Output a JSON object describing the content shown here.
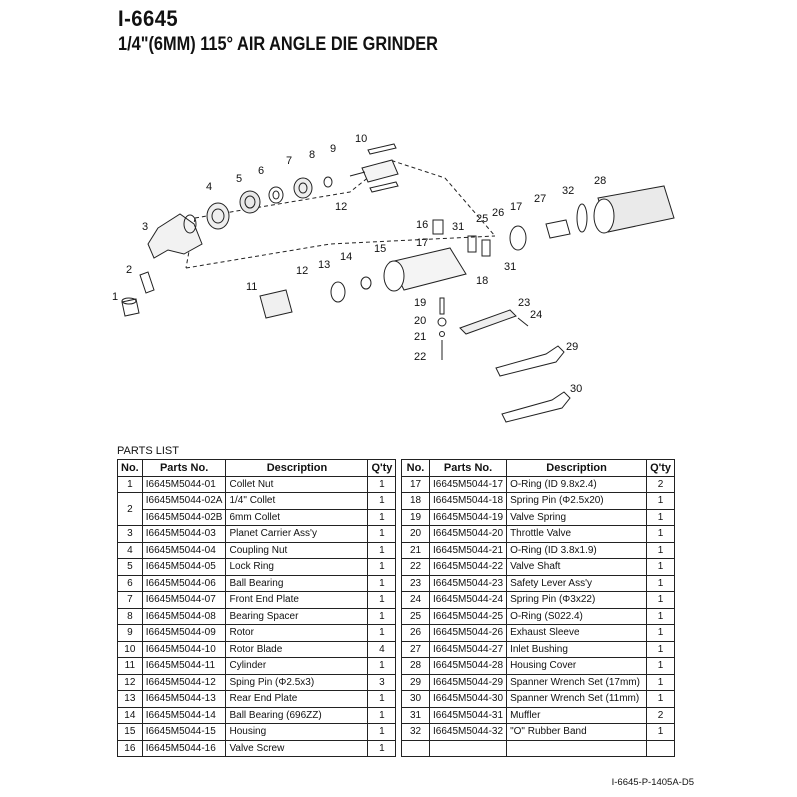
{
  "header": {
    "model": "I-6645",
    "title": "1/4\"(6MM) 115° AIR ANGLE DIE GRINDER"
  },
  "diagram": {
    "callouts": [
      "10",
      "9",
      "8",
      "7",
      "6",
      "5",
      "4",
      "3",
      "12",
      "2",
      "1",
      "11",
      "12",
      "13",
      "14",
      "15",
      "16",
      "17",
      "31",
      "25",
      "26",
      "17",
      "27",
      "32",
      "28",
      "31",
      "18",
      "19",
      "20",
      "21",
      "22",
      "23",
      "24",
      "29",
      "30"
    ]
  },
  "parts_list": {
    "label": "PARTS LIST",
    "headers": [
      "No.",
      "Parts No.",
      "Description",
      "Q'ty"
    ],
    "left": [
      [
        "1",
        "I6645M5044-01",
        "Collet Nut",
        "1"
      ],
      [
        "",
        "I6645M5044-02A",
        "1/4\" Collet",
        "1"
      ],
      [
        "",
        "I6645M5044-02B",
        "6mm Collet",
        "1"
      ],
      [
        "3",
        "I6645M5044-03",
        "Planet Carrier Ass'y",
        "1"
      ],
      [
        "4",
        "I6645M5044-04",
        "Coupling Nut",
        "1"
      ],
      [
        "5",
        "I6645M5044-05",
        "Lock Ring",
        "1"
      ],
      [
        "6",
        "I6645M5044-06",
        "Ball Bearing",
        "1"
      ],
      [
        "7",
        "I6645M5044-07",
        "Front End Plate",
        "1"
      ],
      [
        "8",
        "I6645M5044-08",
        "Bearing Spacer",
        "1"
      ],
      [
        "9",
        "I6645M5044-09",
        "Rotor",
        "1"
      ],
      [
        "10",
        "I6645M5044-10",
        "Rotor Blade",
        "4"
      ],
      [
        "11",
        "I6645M5044-11",
        "Cylinder",
        "1"
      ],
      [
        "12",
        "I6645M5044-12",
        "Sping Pin (Φ2.5x3)",
        "3"
      ],
      [
        "13",
        "I6645M5044-13",
        "Rear End Plate",
        "1"
      ],
      [
        "14",
        "I6645M5044-14",
        "Ball Bearing (696ZZ)",
        "1"
      ],
      [
        "15",
        "I6645M5044-15",
        "Housing",
        "1"
      ],
      [
        "16",
        "I6645M5044-16",
        "Valve Screw",
        "1"
      ]
    ],
    "row2_no": "2",
    "right": [
      [
        "17",
        "I6645M5044-17",
        "O-Ring (ID 9.8x2.4)",
        "2"
      ],
      [
        "18",
        "I6645M5044-18",
        "Spring Pin (Φ2.5x20)",
        "1"
      ],
      [
        "19",
        "I6645M5044-19",
        "Valve Spring",
        "1"
      ],
      [
        "20",
        "I6645M5044-20",
        "Throttle Valve",
        "1"
      ],
      [
        "21",
        "I6645M5044-21",
        "O-Ring (ID 3.8x1.9)",
        "1"
      ],
      [
        "22",
        "I6645M5044-22",
        "Valve Shaft",
        "1"
      ],
      [
        "23",
        "I6645M5044-23",
        "Safety Lever Ass'y",
        "1"
      ],
      [
        "24",
        "I6645M5044-24",
        "Spring Pin (Φ3x22)",
        "1"
      ],
      [
        "25",
        "I6645M5044-25",
        "O-Ring (S022.4)",
        "1"
      ],
      [
        "26",
        "I6645M5044-26",
        "Exhaust Sleeve",
        "1"
      ],
      [
        "27",
        "I6645M5044-27",
        "Inlet Bushing",
        "1"
      ],
      [
        "28",
        "I6645M5044-28",
        "Housing Cover",
        "1"
      ],
      [
        "29",
        "I6645M5044-29",
        "Spanner Wrench Set (17mm)",
        "1"
      ],
      [
        "30",
        "I6645M5044-30",
        "Spanner Wrench Set (11mm)",
        "1"
      ],
      [
        "31",
        "I6645M5044-31",
        "Muffler",
        "2"
      ],
      [
        "32",
        "I6645M5044-32",
        "\"O\" Rubber Band",
        "1"
      ],
      [
        "",
        "",
        "",
        ""
      ]
    ]
  },
  "footer": {
    "doc_ref": "I-6645-P-1405A-D5"
  }
}
